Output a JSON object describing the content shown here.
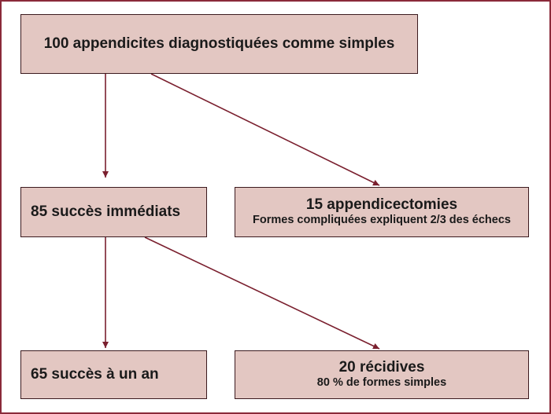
{
  "diagram": {
    "root": {
      "title": "100 appendicites diagnostiquées comme simples"
    },
    "success": {
      "title": "85 succès immédiats"
    },
    "appendicectomies": {
      "title": "15 appendicectomies",
      "subtitle": "Formes compliquées expliquent 2/3 des échecs"
    },
    "year": {
      "title": "65 succès à un an"
    },
    "recidives": {
      "title": "20 récidives",
      "subtitle": "80 % de formes simples"
    }
  },
  "colors": {
    "box_fill": "#e3c7c2",
    "box_border": "#3b1a1e",
    "arrow": "#7a1f2e",
    "frame": "#8a2a3a"
  }
}
